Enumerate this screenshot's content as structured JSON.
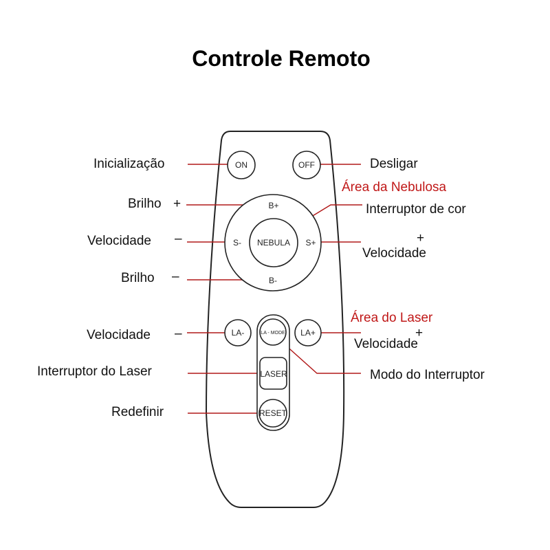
{
  "title": "Controle Remoto",
  "colors": {
    "leader": "#b11818",
    "section": "#c01818",
    "outline": "#222222"
  },
  "buttons": {
    "on": "ON",
    "off": "OFF",
    "b_plus": "B+",
    "b_minus": "B-",
    "s_minus": "S-",
    "s_plus": "S+",
    "nebula": "NEBULA",
    "la_minus": "LA-",
    "la_mode": "LA - MODE",
    "la_plus": "LA+",
    "laser": "LASER",
    "reset": "RESET"
  },
  "sections": {
    "nebula_area": "Área da Nebulosa",
    "laser_area": "Área do Laser"
  },
  "labels": {
    "inicializacao": "Inicialização",
    "desligar": "Desligar",
    "brilho_plus": "Brilho",
    "brilho_plus_sign": "+",
    "interruptor_cor": "Interruptor de cor",
    "velocidade_minus_1": "Velocidade",
    "velocidade_minus_1_sign": "–",
    "velocidade_plus_1_sign": "+",
    "velocidade_plus_1": "Velocidade",
    "brilho_minus": "Brilho",
    "brilho_minus_sign": "–",
    "velocidade_minus_2": "Velocidade",
    "velocidade_minus_2_sign": "–",
    "velocidade_plus_2": "Velocidade",
    "velocidade_plus_2_sign": "+",
    "interruptor_laser": "Interruptor do Laser",
    "modo_interruptor": "Modo do Interruptor",
    "redefinir": "Redefinir"
  }
}
